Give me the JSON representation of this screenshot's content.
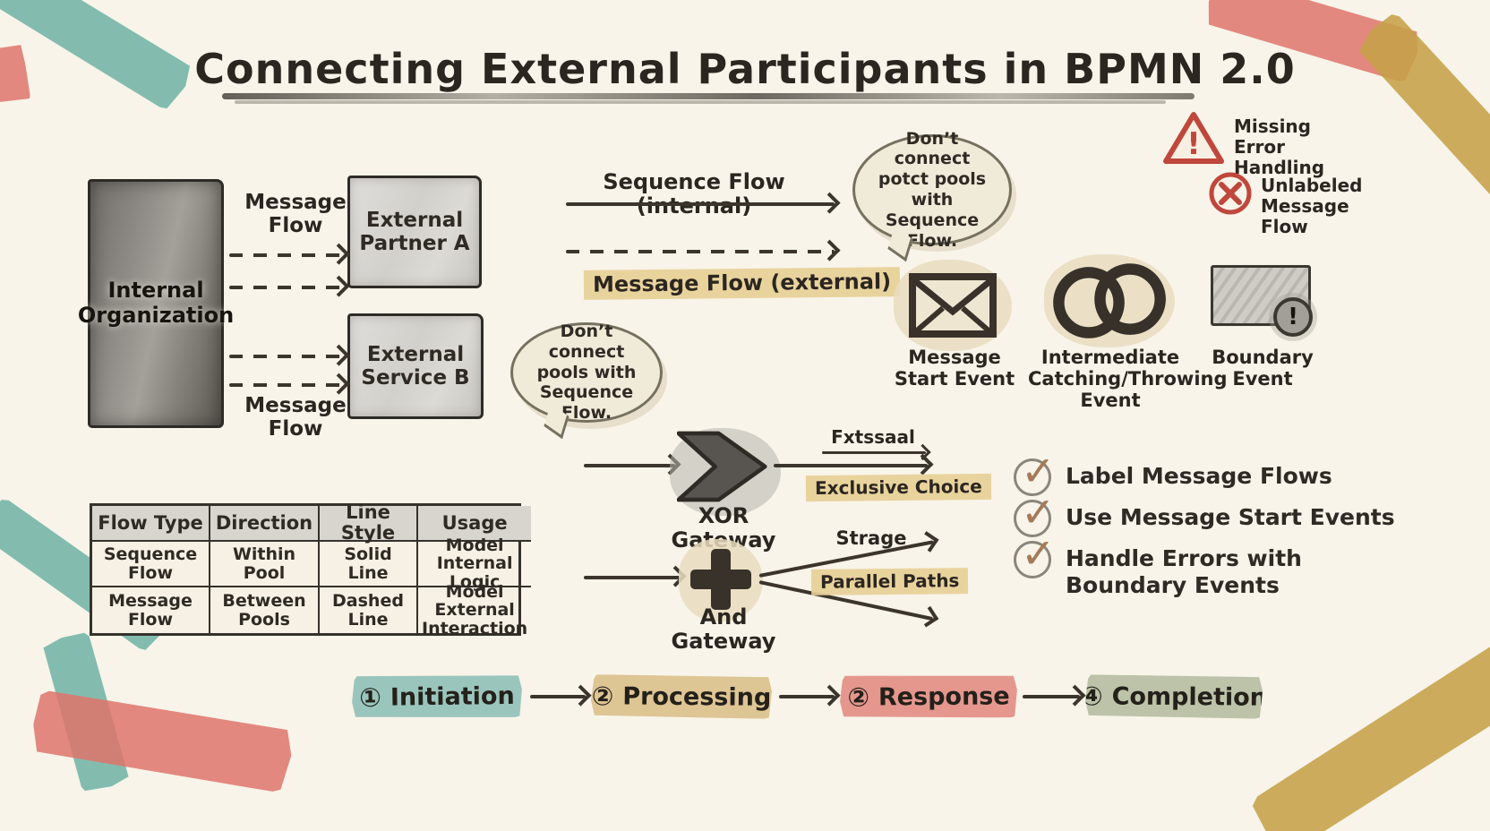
{
  "title": "Connecting External Participants in BPMN 2.0",
  "pool_diagram": {
    "internal_pool": "Internal Organization",
    "external_partner": "External Partner A",
    "external_service": "External Service B",
    "message_flow_label_top": "Message Flow",
    "message_flow_label_bottom": "Message Flow"
  },
  "flow_legend": {
    "sequence_flow": "Sequence Flow (internal)",
    "message_flow": "Message Flow (external)"
  },
  "speech_bubbles": {
    "top": "Don’t connect potct pools with Sequence Flow.",
    "bottom": "Don’t connect pools with Sequence Flow."
  },
  "warnings": [
    {
      "icon": "warning-triangle",
      "label": "Missing Error Handling"
    },
    {
      "icon": "cross-circle",
      "label": "Unlabeled Message Flow"
    }
  ],
  "event_icons": [
    {
      "icon": "envelope",
      "label": "Message Start Event"
    },
    {
      "icon": "double-ring",
      "label": "Intermediate Catching/Throwing Event"
    },
    {
      "icon": "boundary-rect-exclamation",
      "label": "Boundary Event",
      "badge": "!"
    }
  ],
  "flow_table": {
    "headers": [
      "Flow Type",
      "Direction",
      "Line Style",
      "Usage"
    ],
    "rows": [
      [
        "Sequence Flow",
        "Within Pool",
        "Solid Line",
        "Model Internal Logic"
      ],
      [
        "Message Flow",
        "Between Pools",
        "Dashed Line",
        "Model External Interaction"
      ]
    ]
  },
  "gateways": {
    "xor": {
      "name": "XOR Gateway",
      "branch_top_label": "Fxtssaal",
      "branch_tag": "Exclusive Choice"
    },
    "and": {
      "name": "And Gateway",
      "branch_top_label": "Strage",
      "branch_tag": "Parallel Paths"
    }
  },
  "checklist": {
    "items": [
      "Label Message Flows",
      "Use Message Start Events",
      "Handle Errors with Boundary Events"
    ]
  },
  "process_steps": {
    "items": [
      {
        "num": "①",
        "label": "Initiation",
        "color": "#8cbeb6"
      },
      {
        "num": "②",
        "label": "Processing",
        "color": "#dbc08c"
      },
      {
        "num": "②",
        "label": "Response",
        "color": "#e28d84"
      },
      {
        "num": "④",
        "label": "Completion",
        "color": "#b6bea2"
      }
    ]
  },
  "colors": {
    "background": "#f8f4e9",
    "ink": "#2f2a24",
    "highlight_tan": "#e7cf96",
    "warning_red": "#c0473c",
    "check_brown": "#a67a58",
    "tape_teal": "#6eb1a4",
    "tape_red": "#df746b",
    "tape_gold": "#c5a048"
  }
}
